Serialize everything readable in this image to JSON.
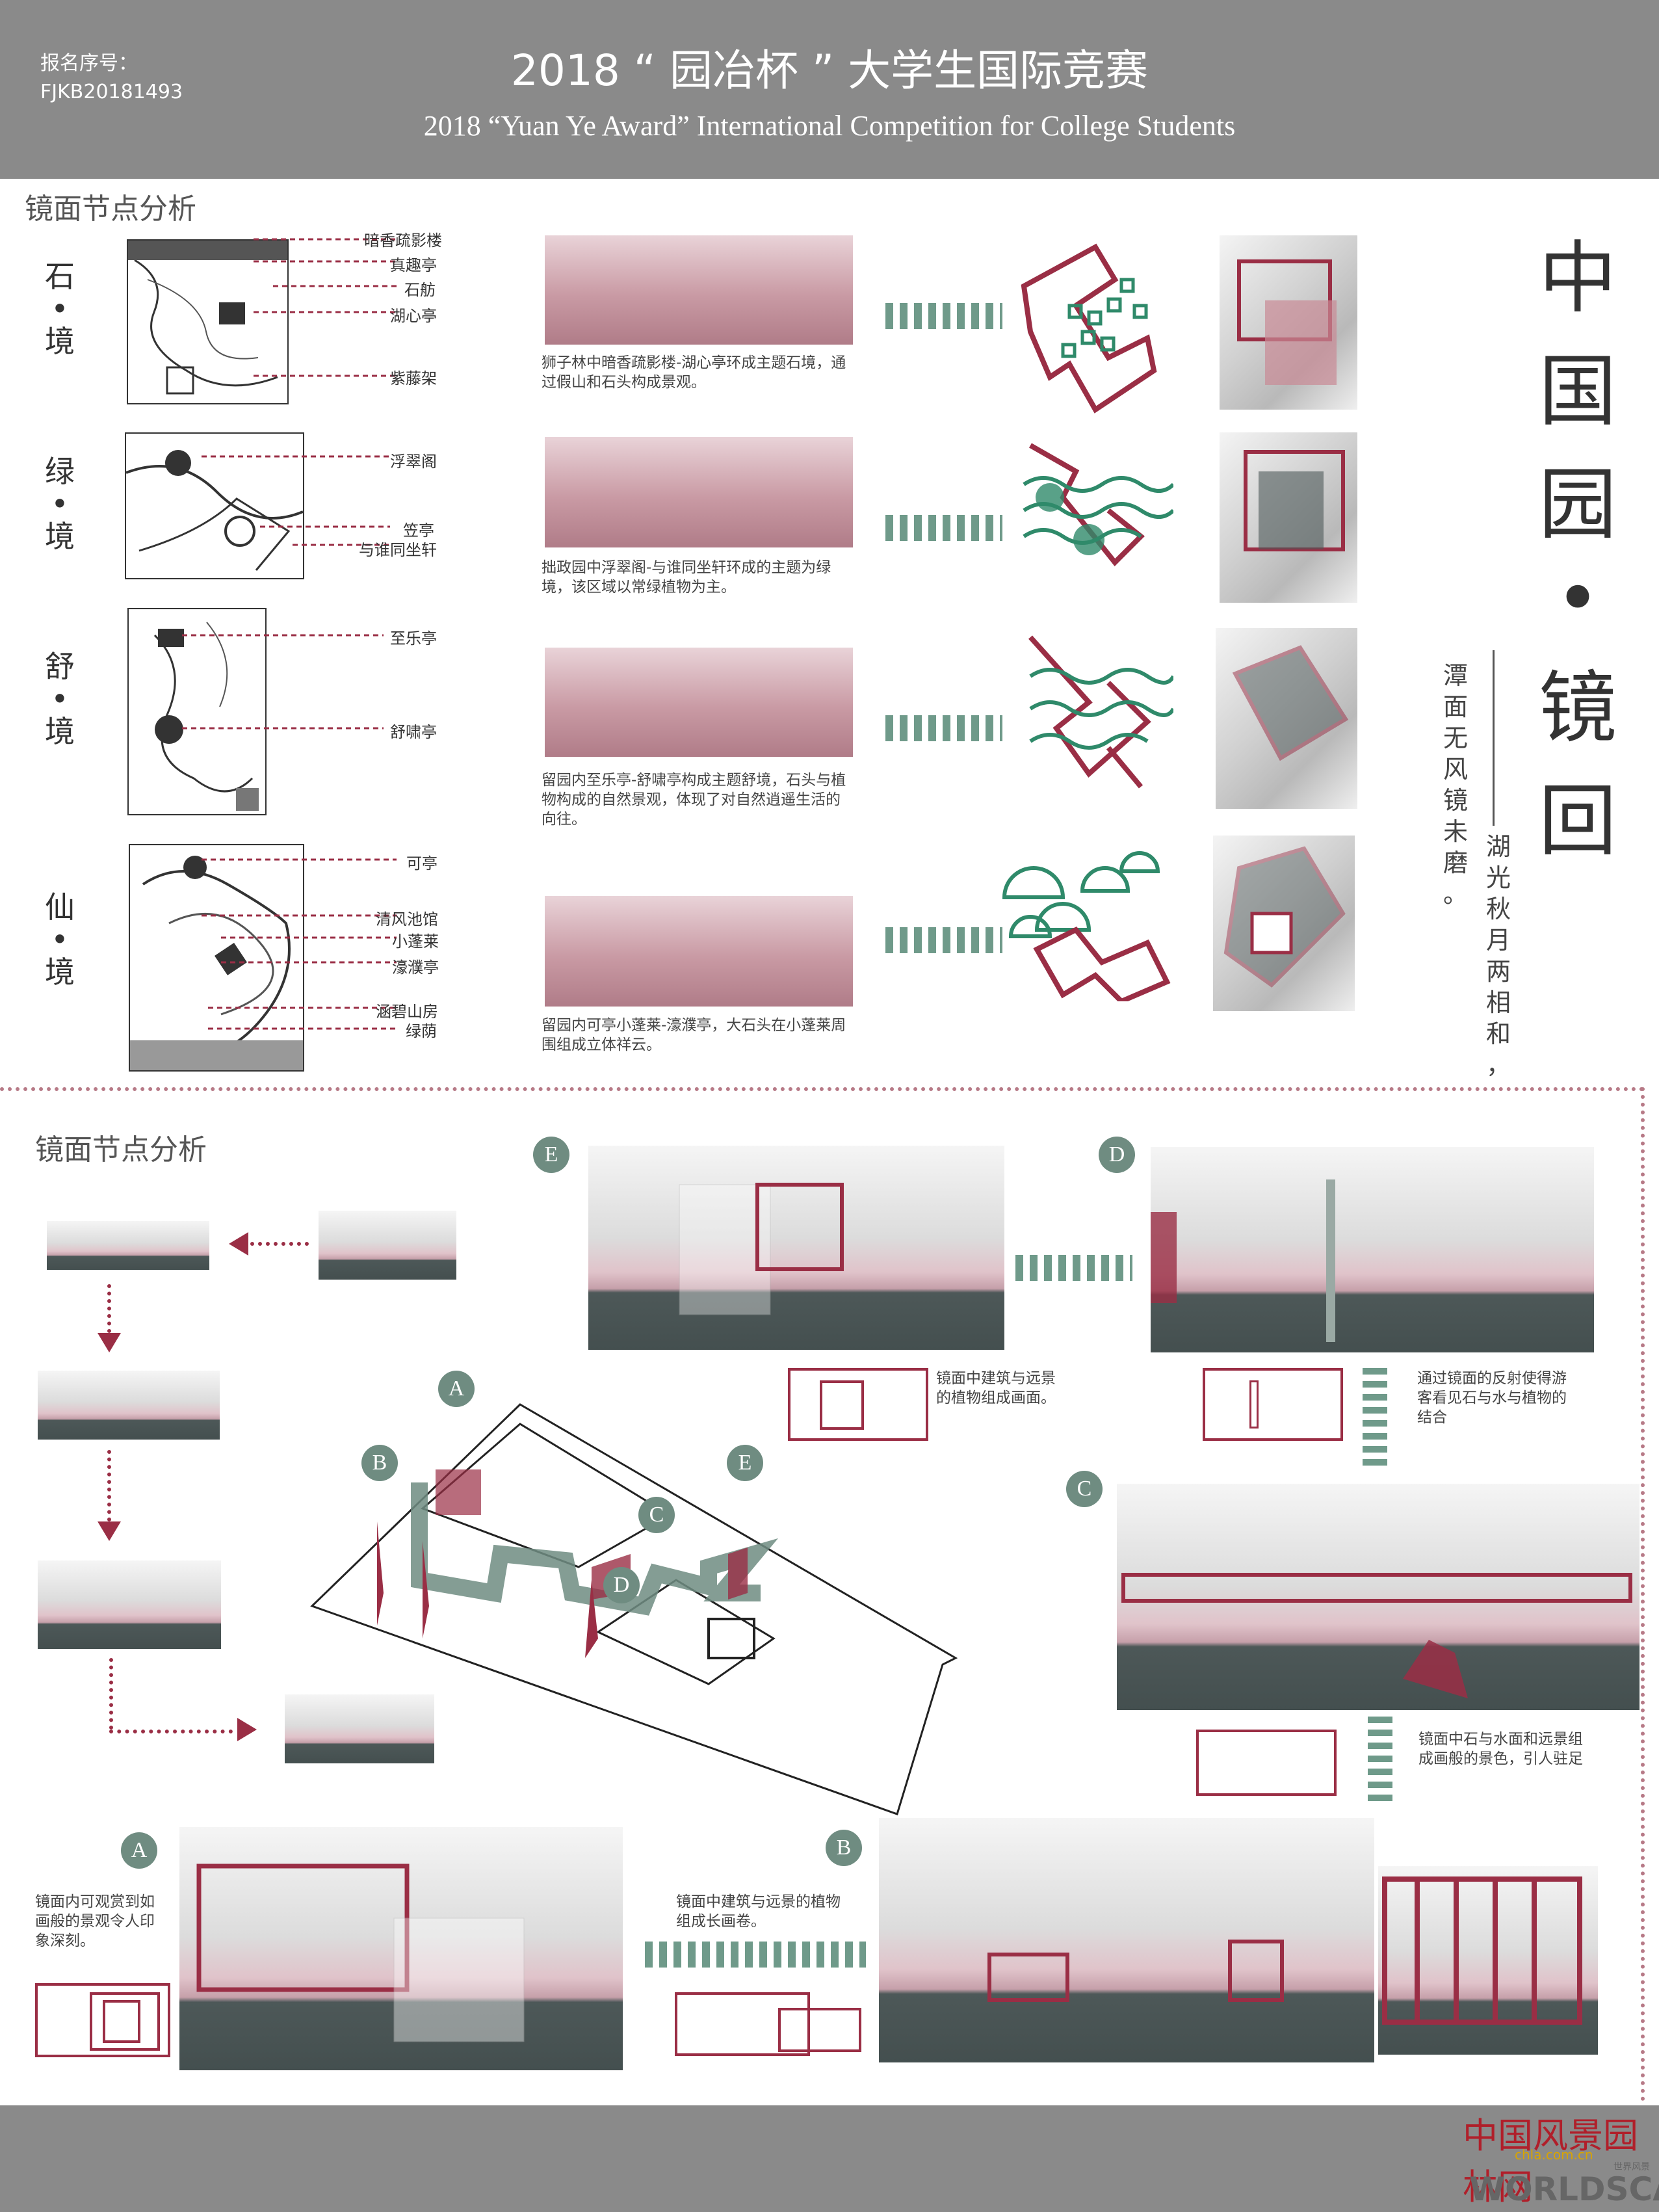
{
  "header": {
    "reg_label": "报名序号：",
    "reg_number": "FJKB20181493",
    "title_cn": "2018 “ 园冶杯 ” 大学生国际竞赛",
    "title_en": "2018 “Yuan Ye Award” International Competition for College Students"
  },
  "section1": {
    "title": "镜面节点分析",
    "rows": [
      {
        "scene": [
          "石",
          "•",
          "境"
        ],
        "labels": [
          "暗香疏影楼",
          "真趣亭",
          "石舫",
          "湖心亭",
          "紫藤架"
        ],
        "caption": "狮子林中暗香疏影楼-湖心亭环成主题石境，通过假山和石头构成景观。"
      },
      {
        "scene": [
          "绿",
          "•",
          "境"
        ],
        "labels": [
          "浮翠阁",
          "笠亭",
          "与谁同坐轩"
        ],
        "caption": "拙政园中浮翠阁-与谁同坐轩环成的主题为绿境，该区域以常绿植物为主。"
      },
      {
        "scene": [
          "舒",
          "•",
          "境"
        ],
        "labels": [
          "至乐亭",
          "舒啸亭"
        ],
        "caption": "留园内至乐亭-舒啸亭构成主题舒境，石头与植物构成的自然景观，体现了对自然逍遥生活的向往。"
      },
      {
        "scene": [
          "仙",
          "•",
          "境"
        ],
        "labels": [
          "可亭",
          "清风池馆",
          "小蓬莱",
          "濠濮亭",
          "涵碧山房",
          "绿荫"
        ],
        "caption": "留园内可亭小蓬莱-濠濮亭，大石头在小蓬莱周围组成立体祥云。"
      }
    ],
    "big_title": [
      "中",
      "国",
      "园",
      "•",
      "镜",
      "回"
    ],
    "poem_1": [
      "湖",
      "光",
      "秋",
      "月",
      "两",
      "相",
      "和",
      "，"
    ],
    "poem_2": [
      "潭",
      "面",
      "无",
      "风",
      "镜",
      "未",
      "磨",
      "。"
    ]
  },
  "section2": {
    "title": "镜面节点分析",
    "badges": {
      "a": "A",
      "b": "B",
      "c": "C",
      "d": "D",
      "e": "E"
    },
    "captions": {
      "e": "镜面中建筑与远景的植物组成画面。",
      "d": "通过镜面的反射使得游客看见石与水与植物的结合",
      "c": "镜面中石与水面和远景组成画般的景色，引人驻足",
      "a": "镜面内可观赏到如画般的景观令人印象深刻。",
      "b": "镜面中建筑与远景的植物组成长画卷。"
    }
  },
  "footer": {
    "logo_cn": "中国风景园林网",
    "logo_url": "chla.com.cn",
    "logo_en": "WORLDSCAPE",
    "logo_tag": "世界风景"
  },
  "colors": {
    "header_bg": "#8a8a8a",
    "crimson": "#9a2e45",
    "teal": "#2f8a6a",
    "sage": "#6f8c81",
    "slate": "#4d5858"
  }
}
